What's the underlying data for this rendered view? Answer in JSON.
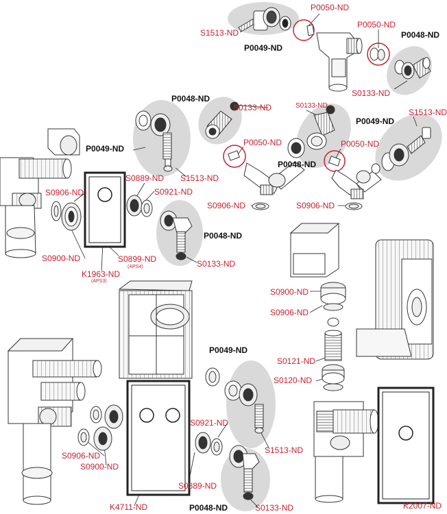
{
  "colors": {
    "accent_red": "#c8202f",
    "bold_label": "#111111",
    "group_highlight": "#d9d9d9",
    "part_line": "#333333"
  },
  "diagram": {
    "part_labels": {
      "s1513_top": "S1513-ND",
      "p0049_top": "P0049-ND",
      "p0050_top": "P0050-ND",
      "p0050_top_right": "P0050-ND",
      "p0048_top_right": "P0048-ND",
      "s0133_top_right": "S0133-ND",
      "p0048_upper_mid": "P0048-ND",
      "s0133_upper_mid": "S0133-ND",
      "s0133_small_mid": "S0133-ND",
      "p0049_mid_right": "P0049-ND",
      "s1513_mid_right": "S1513-ND",
      "p0049_left_mid": "P0049-ND",
      "s1513_left_mid": "S1513-ND",
      "p0050_mid": "P0050-ND",
      "p0048_overlap": "P0048-ND",
      "p0050_mid_right": "P0050-ND",
      "s0889_upper": "S0889-ND",
      "s0921_upper": "S0921-ND",
      "s0906_left": "S0906-ND",
      "s0906_mid": "S0906-ND",
      "s0906_mid_right": "S0906-ND",
      "p0048_left_group": "P0048-ND",
      "s0900_left": "S0900-ND",
      "s0899": "S0899-ND",
      "aps4": "(APS4)",
      "s0133_left_group": "S0133-ND",
      "k1963": "K1963-ND",
      "aps3": "(APS3)",
      "s0900_right": "S0900-ND",
      "s0906_right": "S0906-ND",
      "p0049_bottom": "P0049-ND",
      "s0121": "S0121-ND",
      "s0120": "S0120-ND",
      "s0921_bottom": "S0921-ND",
      "s0906_bottom": "S0906-ND",
      "s1513_bottom": "S1513-ND",
      "s0900_bottom": "S0900-ND",
      "s0889_bottom": "S0889-ND",
      "k2007": "K2007-ND",
      "k4711": "K4711-ND",
      "p0048_bottom": "P0048-ND",
      "s0133_bottom": "S0133-ND"
    }
  }
}
